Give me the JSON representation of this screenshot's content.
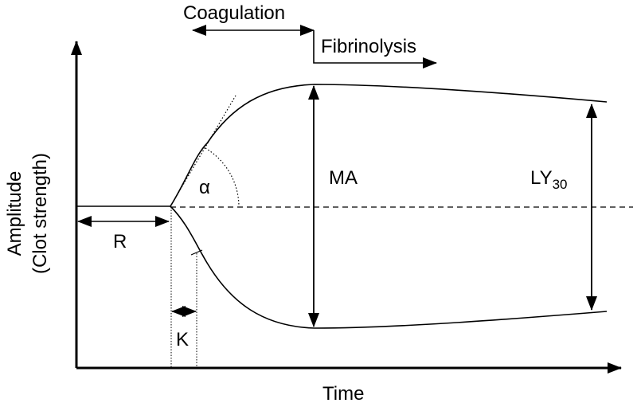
{
  "diagram": {
    "type": "thromboelastography-trace",
    "axes": {
      "x_label": "Time",
      "y_label_line1": "Amplitude",
      "y_label_line2": "(Clot strength)"
    },
    "phases": {
      "coagulation": "Coagulation",
      "fibrinolysis": "Fibrinolysis"
    },
    "parameters": {
      "r": "R",
      "k": "K",
      "alpha": "α",
      "ma": "MA",
      "ly30_main": "LY",
      "ly30_sub": "30"
    },
    "colors": {
      "ink": "#000000",
      "background": "#ffffff"
    }
  }
}
